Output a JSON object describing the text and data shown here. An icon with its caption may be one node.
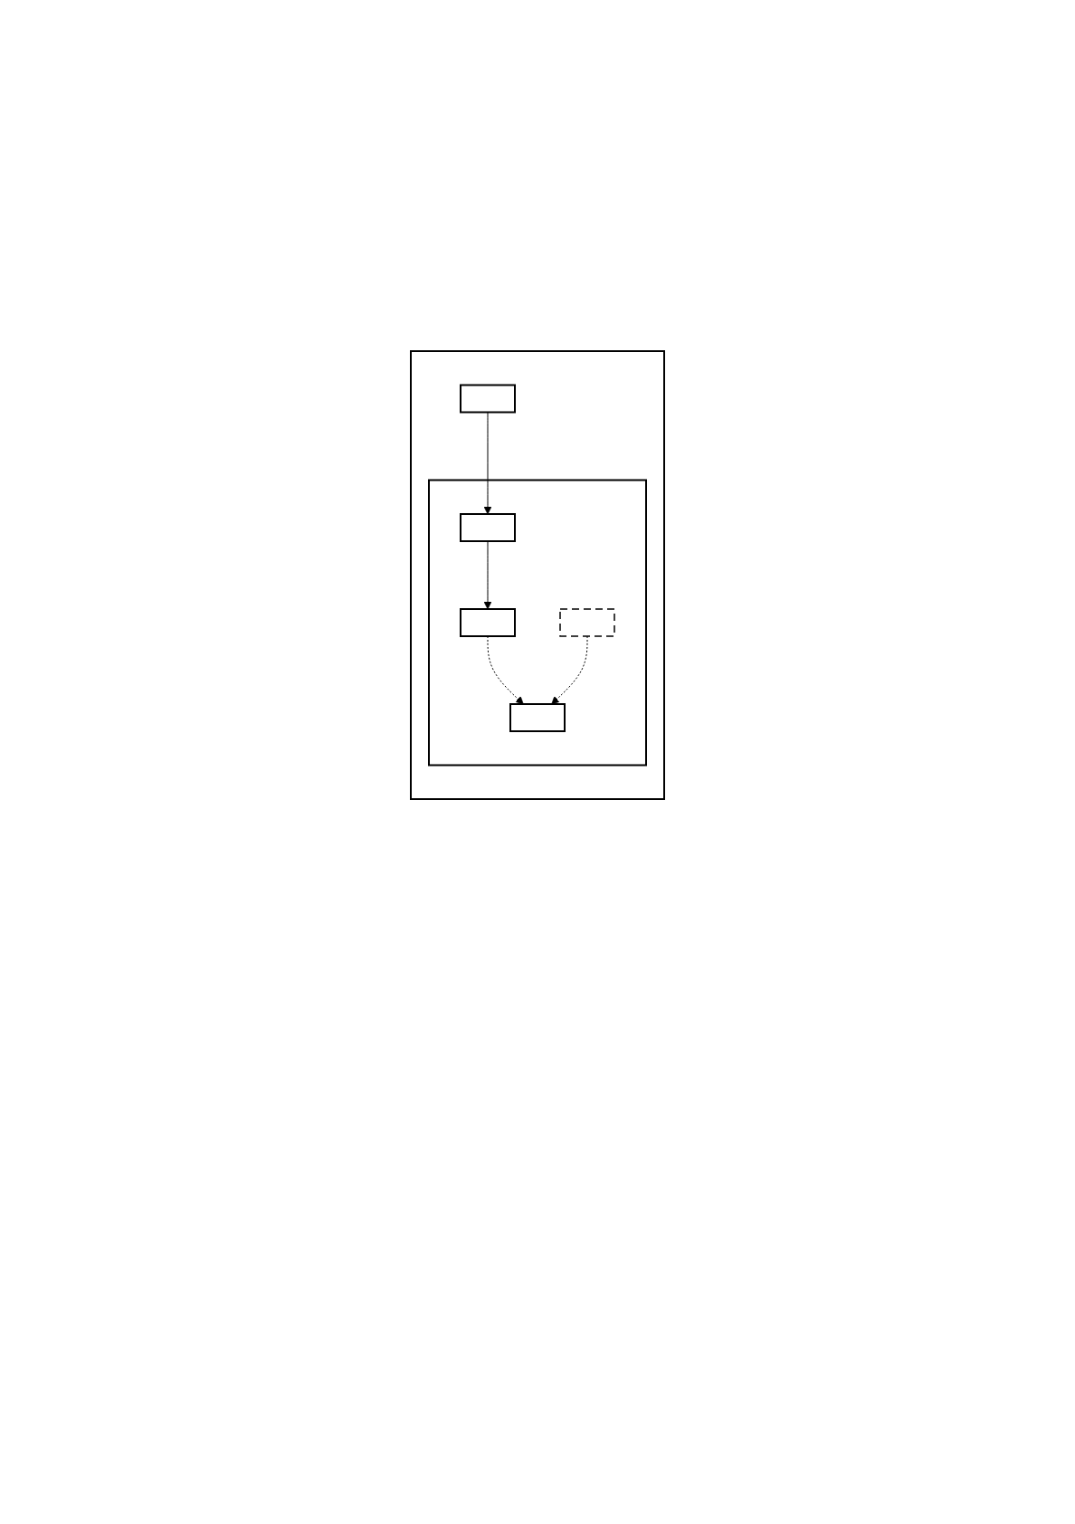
{
  "diagram": {
    "nodes": [
      {
        "text": [],
        "shape": "box"
      },
      {
        "text": [],
        "shape": "box",
        "in": 0
      },
      {
        "text": [],
        "shape": "box",
        "in": 0
      },
      {
        "text": [],
        "shape": "box",
        "in": 2
      },
      {
        "text": [],
        "shape": "box",
        "in": 2
      },
      {
        "text": [],
        "shape": "box",
        "in": 2
      },
      {
        "text": [],
        "shape": "box",
        "in": 2
      }
    ],
    "edges": [
      {
        "from": 1,
        "to": 3,
        "arrow": "to"
      },
      {
        "from": 3,
        "to": 4,
        "arrow": "to"
      },
      {
        "from": 4,
        "to": 6,
        "arrow": "to",
        "style": "dashed"
      },
      {
        "from": 5,
        "to": 6,
        "arrow": "to",
        "style": "dashed"
      }
    ]
  }
}
